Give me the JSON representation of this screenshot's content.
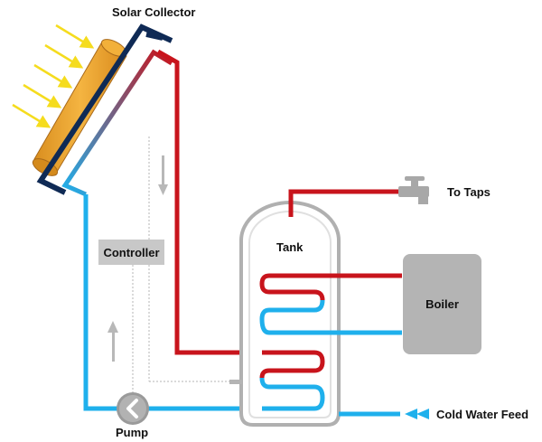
{
  "labels": {
    "solar_collector": "Solar Collector",
    "to_taps": "To Taps",
    "tank": "Tank",
    "controller": "Controller",
    "boiler": "Boiler",
    "pump": "Pump",
    "cold_water_feed": "Cold Water Feed"
  },
  "colors": {
    "hot_pipe": "#c8141c",
    "cold_pipe": "#1fb0ec",
    "collector_frame": "#0f2a55",
    "collector_panel": "#efa62f",
    "sun_rays": "#f5dc1e",
    "controller_box": "#c8c8c8",
    "boiler_box": "#b4b4b4",
    "tap": "#a8a8a8",
    "flow_arrow": "#b8b8b8"
  },
  "icons": {
    "pump": "pump-icon",
    "tap": "tap-icon",
    "sun": "sun-rays-icon",
    "collector": "solar-collector-icon"
  }
}
